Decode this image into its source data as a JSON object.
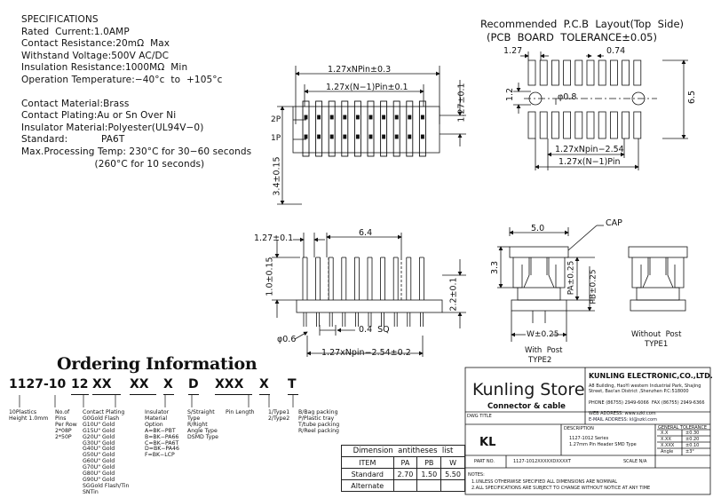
{
  "specifications": {
    "heading": "SPECIFICATIONS",
    "lines": [
      "Rated  Current:1.0AMP",
      "Contact Resistance:20mΩ  Max",
      "Withstand Voltage:500V AC/DC",
      "Insulation Resistance:1000MΩ  Min",
      "Operation Temperature:−40°c  to  +105°c"
    ],
    "lines2": [
      "Contact Material:Brass",
      "Contact Plating:Au or Sn Over Ni",
      "Insulator Material:Polyester(UL94V−0)",
      "Standard:           PA6T",
      "Max.Processing Temp: 230°C for 30−60 seconds",
      "                        (260°C for 10 seconds)"
    ]
  },
  "pcb_layout": {
    "title": "Recommended  P.C.B  Layout(Top  Side)",
    "subtitle": "(PCB  BOARD  TOLERANCE±0.05)",
    "dim_pitch": "1.27",
    "dim_pad_w": "0.74",
    "dim_hole": "φ0.8",
    "dim_12": "1.2",
    "dim_65": "6.5",
    "dim_span1": "1.27xNpin−2.54",
    "dim_span2": "1.27x(N−1)Pin"
  },
  "top_view": {
    "dim_total": "1.27xNPin±0.3",
    "dim_n1": "1.27x(N−1)Pin±0.1",
    "dim_right": "1.27±0.1",
    "label_2p": "2P",
    "label_1p": "1P",
    "dim_left": "3.4±0.15"
  },
  "front_view": {
    "dim_pitch": "1.27±0.1",
    "dim_64": "6.4",
    "dim_post": "1.0±0.15",
    "dim_height": "2.2±0.1",
    "dim_sq": "0.4  SQ",
    "dim_dia": "φ0.6",
    "dim_bottom": "1.27xNpin−2.54±0.2"
  },
  "side_views": {
    "cap_label": "CAP",
    "dim_50": "5.0",
    "dim_33": "3.3",
    "dim_pa": "PA±0.25",
    "dim_pb": "PB±0.25",
    "dim_w": "W±0.25",
    "with_post_1": "With  Post",
    "with_post_2": "TYPE2",
    "without_post_1": "Without  Post",
    "without_post_2": "TYPE1"
  },
  "ordering": {
    "title": "Ordering Information",
    "segments": [
      "1127-10",
      "12",
      "XX",
      "XX",
      "X",
      "D",
      "XXX",
      "X",
      "T"
    ],
    "desc_pitch": "10Plastics\nHeight 1.0mm",
    "desc_pins": "No.of\nPins\nPer Row\n2*08P\n2*50P",
    "desc_plating": "Contact Plating\nG0Gold Flash\nG10U\" Gold\nG15U\" Gold\nG20U\" Gold\nG30U\" Gold\nG40U\" Gold\nG50U\" Gold\nG60U\" Gold\nG70U\" Gold\nG80U\" Gold\nG90U\" Gold\nSGGold Flash/Tin\nSNTin",
    "desc_insulator": "Insulator\nMaterial\nOption\nA=BK−PBT\nB=BK−PA66\nC=BK−PA6T\nD=BK−PA46\nF=BK−LCP",
    "desc_type": "S/Straight\nType\nR/Right\nAngle Type\nDSMD Type",
    "desc_length": "Pin Length",
    "desc_posttype": "1/Type1\n2/Type2",
    "desc_packing": "B/Bag packing\nP/Plastic tray\nT/tube packing\nR/Reel packing"
  },
  "dimension_table": {
    "title": "Dimension  antitheses  list",
    "headers": [
      "ITEM",
      "PA",
      "PB",
      "W"
    ],
    "rows": [
      [
        "Standard",
        "2.70",
        "1.50",
        "5.50"
      ],
      [
        "Alternate",
        "",
        "",
        ""
      ]
    ]
  },
  "title_block": {
    "store_name": "Kunling Store",
    "store_sub": "Connector & cable",
    "company": "KUNLING ELECTRONIC,CO.,LTD.",
    "address": "A8 Building, HaoYi western Industrial Park, Shajing Street, Bao'an District ,Shenzhen P.C:518000",
    "phone": "PHONE (86755) 2949-6066  FAX (86755) 2949-6366",
    "web": "WEB ADDRESS: www.szkl.com",
    "email": "E-MAIL ADDRESS: kl@szkl.com",
    "dwg_title_label": "DWG TITLE",
    "dwg_title": "KL",
    "description_label": "DESCRIPTION",
    "description_1": "1127-1012 Series",
    "description_2": "1.27mm Pin Header SMD Type",
    "general_tol": "GENERAL TOLERANCE",
    "tol_rows": [
      [
        "X.X",
        "±0.30"
      ],
      [
        "X.XX",
        "±0.20"
      ],
      [
        "X.XXX",
        "±0.10"
      ],
      [
        "Angle",
        "±3°"
      ]
    ],
    "part_no_label": "PART NO.",
    "part_no": "1127-1012XXXXXDXXXXT",
    "scale_label": "SCALE N/A",
    "notes_label": "NOTES:",
    "note1": "1.UNLESS OTHERWISE SPECIFIED ALL DIMENSIONS ARE NOMINAL",
    "note2": "2.ALL SPECIFICATIONS ARE SUBJECT TO CHANGE WITHOUT NOTICE AT ANY TIME"
  }
}
